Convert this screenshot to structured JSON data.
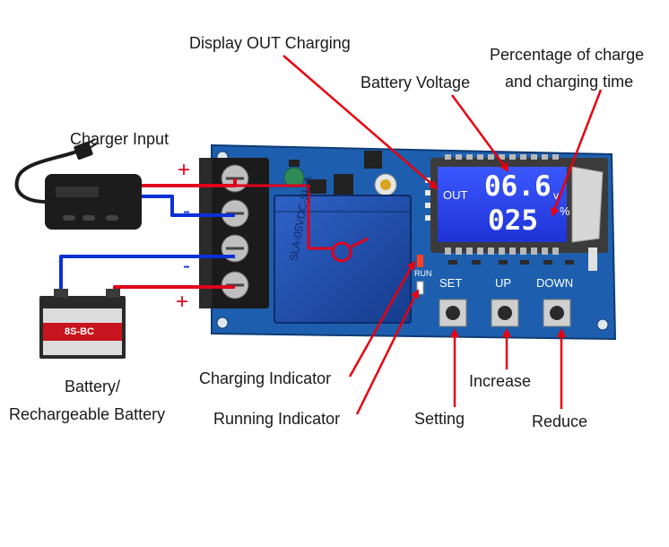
{
  "labels": {
    "display_out": "Display OUT Charging",
    "battery_voltage": "Battery Voltage",
    "percentage_line1": "Percentage of charge",
    "percentage_line2": "and charging time",
    "charger_input": "Charger Input",
    "battery_line1": "Battery/",
    "battery_line2": "Rechargeable Battery",
    "charging_indicator": "Charging Indicator",
    "running_indicator": "Running Indicator",
    "setting": "Setting",
    "increase": "Increase",
    "reduce": "Reduce"
  },
  "polarity": {
    "plus_top": "+",
    "minus_top": "-",
    "minus_bottom": "-",
    "plus_bottom": "+"
  },
  "lcd": {
    "out": "OUT",
    "line1": "06.6",
    "unit1": "v",
    "line2": "025",
    "unit2": "%"
  },
  "buttons": {
    "set": "SET",
    "up": "UP",
    "down": "DOWN"
  },
  "board": {
    "run": "RUN",
    "relay": "SLA-05VDC-SL-A"
  },
  "battery_brand": "8S-BC",
  "colors": {
    "arrow": "#e8000e",
    "wire_pos": "#e0001a",
    "wire_neg": "#0b2fd8",
    "pcb": "#1a5fa8",
    "lcd": "#2f49ff"
  }
}
